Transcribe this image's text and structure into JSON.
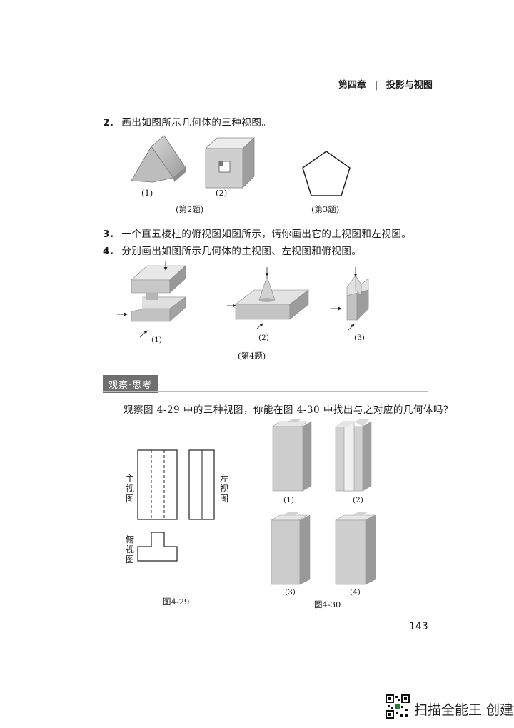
{
  "header": {
    "chapter": "第四章",
    "separator": "|",
    "section": "投影与视图"
  },
  "q2": {
    "number": "2.",
    "text": "画出如图所示几何体的三种视图。",
    "fig_labels": [
      "(1)",
      "(2)"
    ],
    "caption": "(第2题)"
  },
  "q3_caption": "(第3题)",
  "q3": {
    "number": "3.",
    "text": "一个直五棱柱的俯视图如图所示，请你画出它的主视图和左视图。"
  },
  "q4": {
    "number": "4.",
    "text": "分别画出如图所示几何体的主视图、左视图和俯视图。",
    "fig_labels": [
      "(1)",
      "(2)",
      "(3)"
    ],
    "caption": "(第4题)"
  },
  "observe": {
    "tag": "观察·思考",
    "text": "观察图 4-29 中的三种视图，你能在图 4-30 中找出与之对应的几何体吗？"
  },
  "fig429": {
    "front_label": "主视图",
    "left_label": "左视图",
    "top_label": "俯视图",
    "caption": "图4-29"
  },
  "fig430": {
    "labels": [
      "(1)",
      "(2)",
      "(3)",
      "(4)"
    ],
    "caption": "图4-30"
  },
  "page_number": "143",
  "watermark": {
    "text": "扫描全能王 创建"
  }
}
